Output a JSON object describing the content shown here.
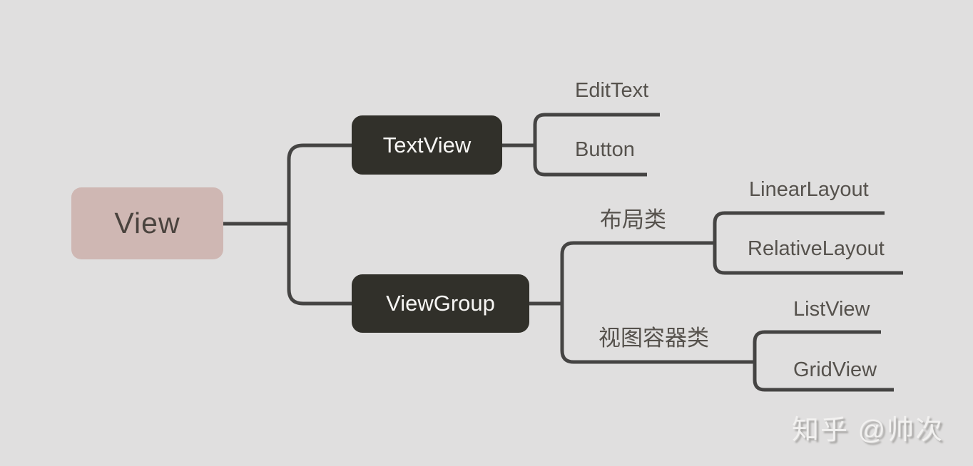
{
  "nodes": {
    "view": {
      "label": "View"
    },
    "textview": {
      "label": "TextView"
    },
    "viewgroup": {
      "label": "ViewGroup"
    },
    "edittext": {
      "label": "EditText"
    },
    "button": {
      "label": "Button"
    },
    "layout_category": {
      "label": "布局类"
    },
    "linearlayout": {
      "label": "LinearLayout"
    },
    "relativelayout": {
      "label": "RelativeLayout"
    },
    "container_category": {
      "label": "视图容器类"
    },
    "listview": {
      "label": "ListView"
    },
    "gridview": {
      "label": "GridView"
    }
  },
  "tree": {
    "label": "View",
    "children": [
      {
        "label": "TextView",
        "children": [
          {
            "label": "EditText"
          },
          {
            "label": "Button"
          }
        ]
      },
      {
        "label": "ViewGroup",
        "children": [
          {
            "label": "布局类",
            "children": [
              {
                "label": "LinearLayout"
              },
              {
                "label": "RelativeLayout"
              }
            ]
          },
          {
            "label": "视图容器类",
            "children": [
              {
                "label": "ListView"
              },
              {
                "label": "GridView"
              }
            ]
          }
        ]
      }
    ]
  },
  "watermark": {
    "text": "知乎 @帅次"
  },
  "colors": {
    "background": "#e0dfdf",
    "root_node_bg": "#cfb7b3",
    "root_node_text": "#4a433e",
    "branch_node_bg": "#31302a",
    "branch_node_text": "#f7f6f4",
    "connector": "#454443",
    "leaf_text": "#56524d",
    "watermark_text": "#f2f1f0"
  }
}
